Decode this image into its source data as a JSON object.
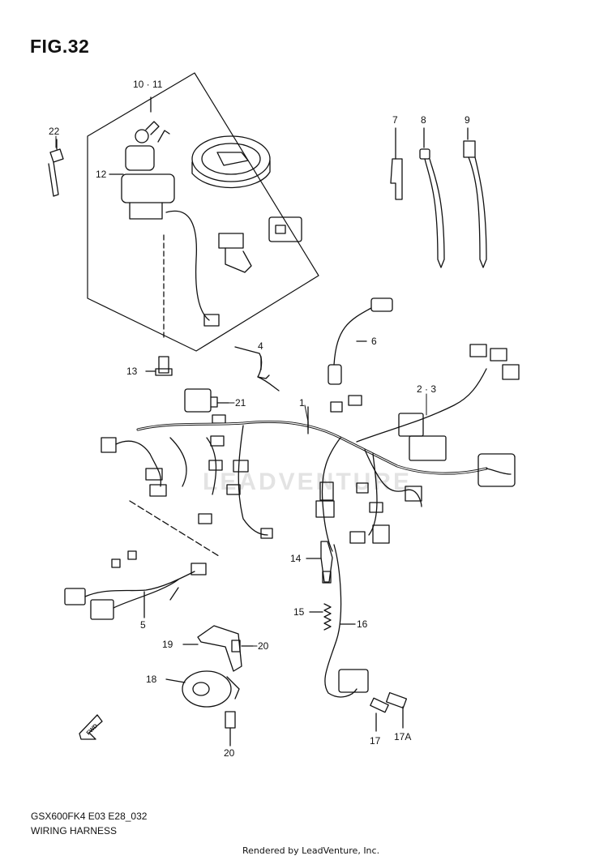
{
  "figure": {
    "title": "FIG.32",
    "model_code": "GSX600FK4 E03 E28_032",
    "caption": "WIRING HARNESS",
    "render_credit": "Rendered by LeadVenture, Inc.",
    "watermark": "LEADVENTURE"
  },
  "callouts": [
    {
      "id": "c-10-11",
      "text": "10 · 11"
    },
    {
      "id": "c-22",
      "text": "22"
    },
    {
      "id": "c-12",
      "text": "12"
    },
    {
      "id": "c-7",
      "text": "7"
    },
    {
      "id": "c-8",
      "text": "8"
    },
    {
      "id": "c-9",
      "text": "9"
    },
    {
      "id": "c-6",
      "text": "6"
    },
    {
      "id": "c-4",
      "text": "4"
    },
    {
      "id": "c-13",
      "text": "13"
    },
    {
      "id": "c-21",
      "text": "21"
    },
    {
      "id": "c-1",
      "text": "1"
    },
    {
      "id": "c-2-3",
      "text": "2 · 3"
    },
    {
      "id": "c-5",
      "text": "5"
    },
    {
      "id": "c-14",
      "text": "14"
    },
    {
      "id": "c-15",
      "text": "15"
    },
    {
      "id": "c-16",
      "text": "16"
    },
    {
      "id": "c-19",
      "text": "19"
    },
    {
      "id": "c-20a",
      "text": "20"
    },
    {
      "id": "c-18",
      "text": "18"
    },
    {
      "id": "c-17",
      "text": "17"
    },
    {
      "id": "c-17a",
      "text": "17A"
    },
    {
      "id": "c-20b",
      "text": "20"
    },
    {
      "id": "c-fwd",
      "text": "FWD"
    }
  ]
}
